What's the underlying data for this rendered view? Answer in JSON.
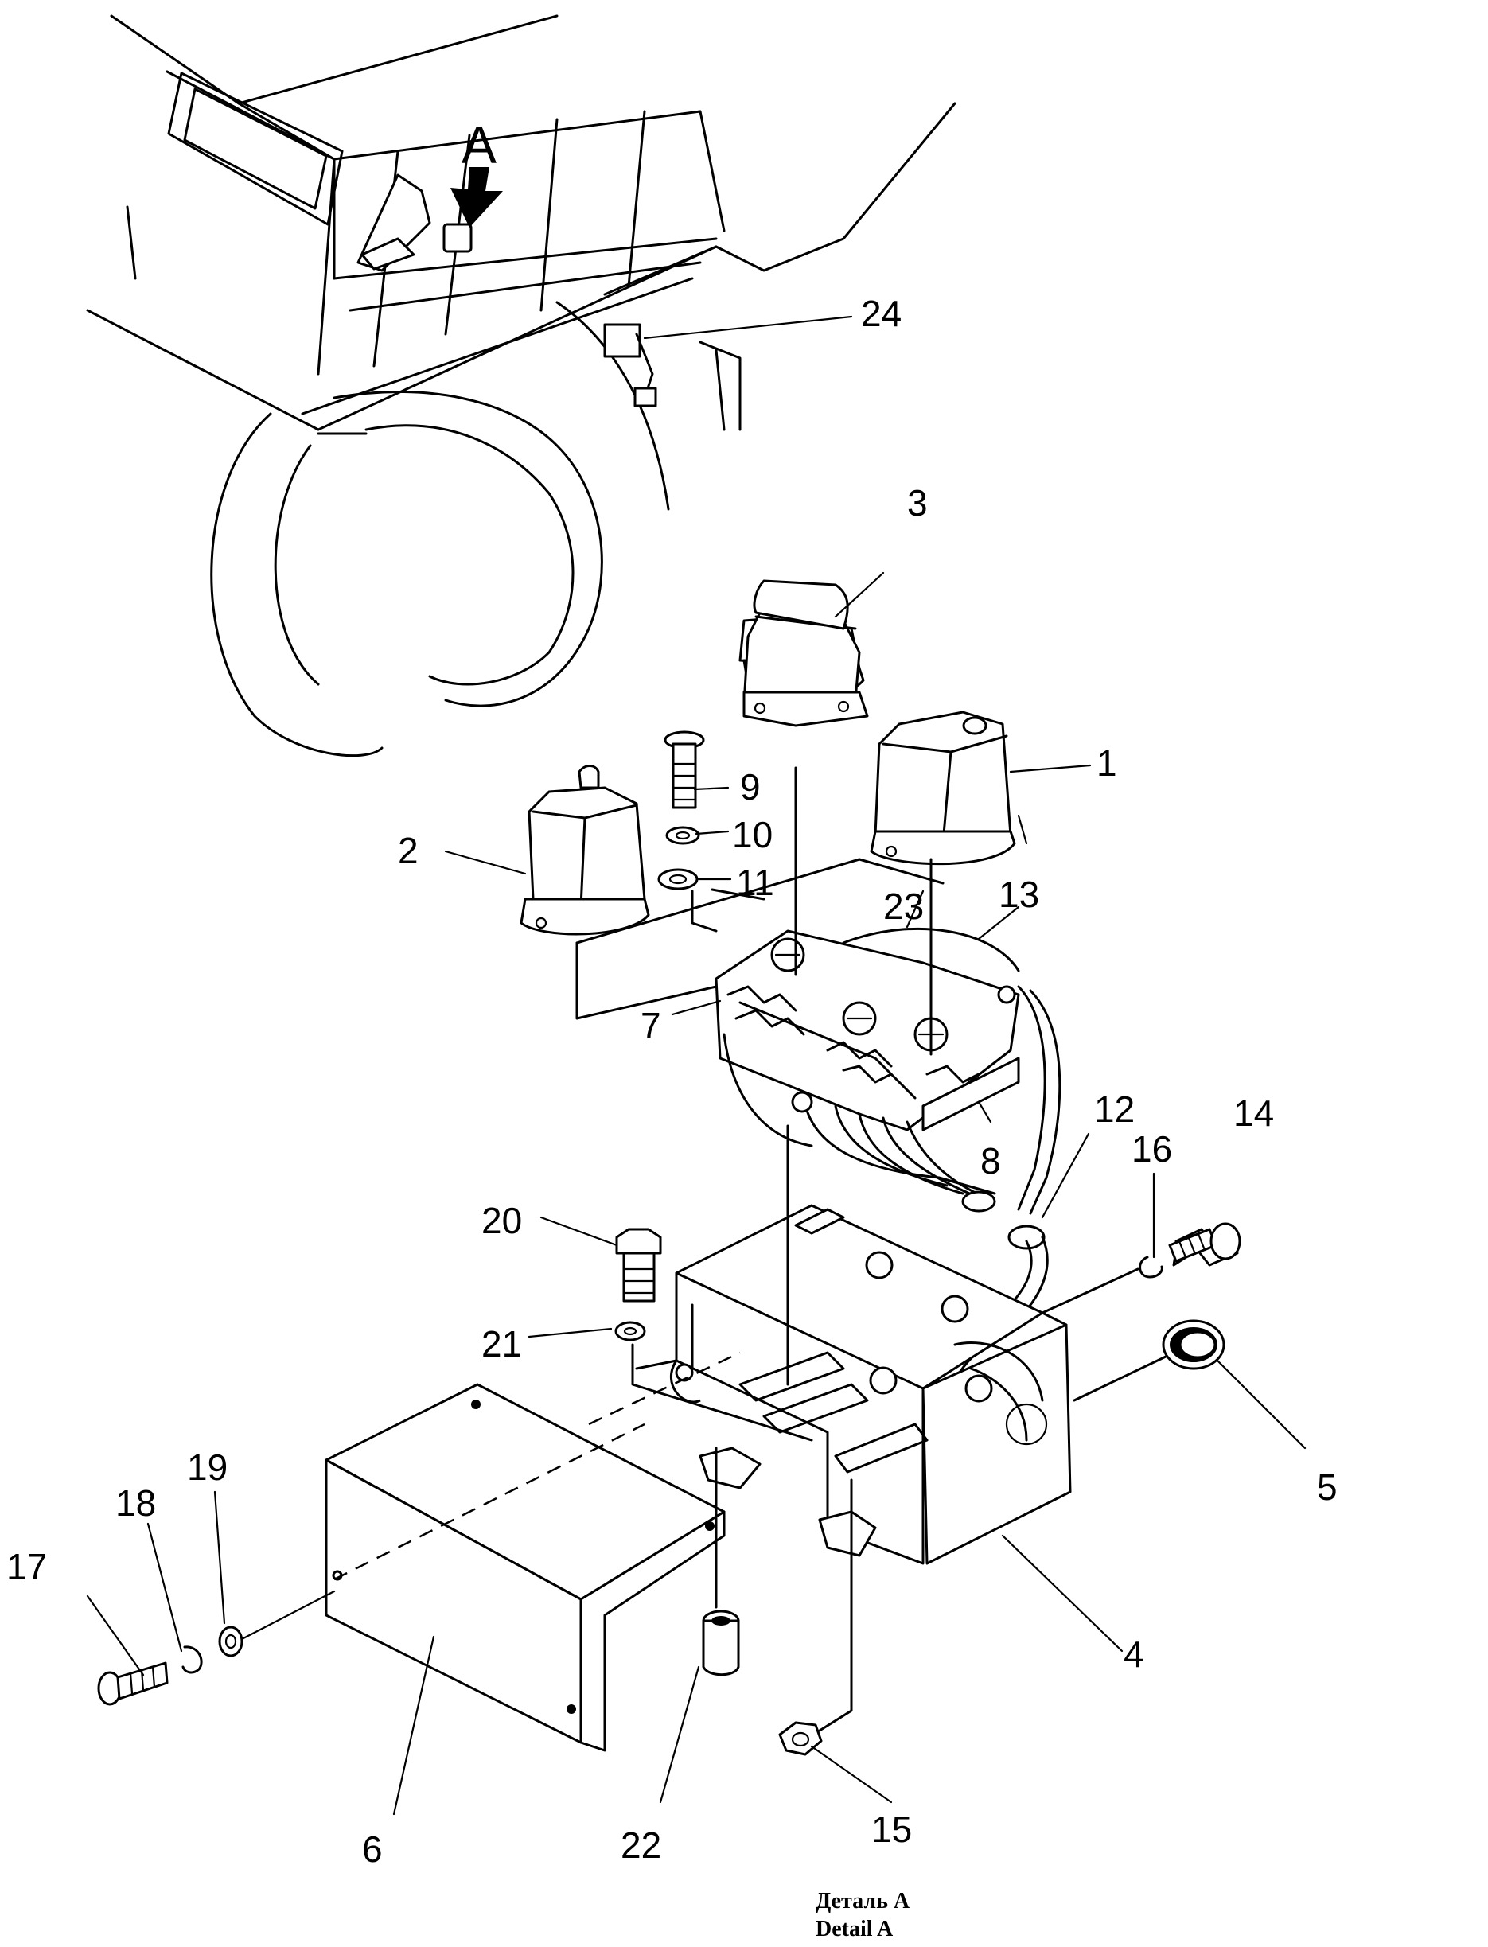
{
  "view_marker": "A",
  "callouts": [
    {
      "id": "1",
      "label": "1"
    },
    {
      "id": "2",
      "label": "2"
    },
    {
      "id": "3",
      "label": "3"
    },
    {
      "id": "4",
      "label": "4"
    },
    {
      "id": "5",
      "label": "5"
    },
    {
      "id": "6",
      "label": "6"
    },
    {
      "id": "7",
      "label": "7"
    },
    {
      "id": "8",
      "label": "8"
    },
    {
      "id": "9",
      "label": "9"
    },
    {
      "id": "10",
      "label": "10"
    },
    {
      "id": "11",
      "label": "11"
    },
    {
      "id": "12",
      "label": "12"
    },
    {
      "id": "13",
      "label": "13"
    },
    {
      "id": "14",
      "label": "14"
    },
    {
      "id": "15",
      "label": "15"
    },
    {
      "id": "16",
      "label": "16"
    },
    {
      "id": "17",
      "label": "17"
    },
    {
      "id": "18",
      "label": "18"
    },
    {
      "id": "19",
      "label": "19"
    },
    {
      "id": "20",
      "label": "20"
    },
    {
      "id": "21",
      "label": "21"
    },
    {
      "id": "22",
      "label": "22"
    },
    {
      "id": "23",
      "label": "23"
    },
    {
      "id": "24",
      "label": "24"
    }
  ],
  "caption": {
    "line1": "Деталь А",
    "line2": "Detail A"
  }
}
